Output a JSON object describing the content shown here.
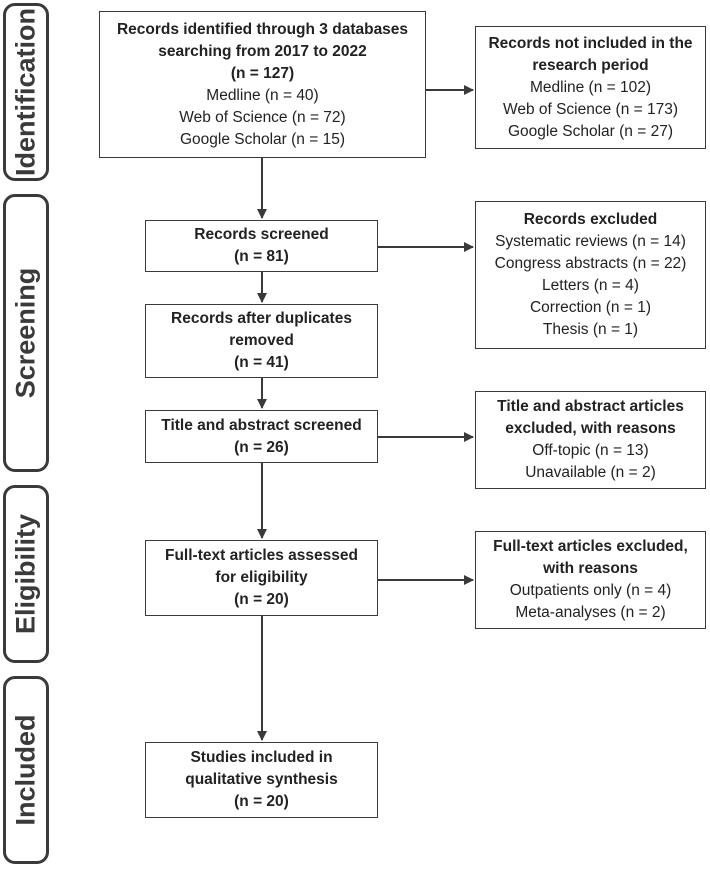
{
  "phases": {
    "identification": "Identification",
    "screening": "Screening",
    "eligibility": "Eligibility",
    "included": "Included"
  },
  "identified": {
    "line1": "Records identified through 3 databases",
    "line2": "searching from 2017 to 2022",
    "line3": "(n = 127)",
    "medline": "Medline (n = 40)",
    "wos": "Web of Science (n = 72)",
    "scholar": "Google Scholar (n = 15)"
  },
  "not_included": {
    "line1": "Records not included in the",
    "line2": "research period",
    "medline": "Medline (n = 102)",
    "wos": "Web of Science (n = 173)",
    "scholar": "Google Scholar (n = 27)"
  },
  "screened": {
    "title": "Records screened",
    "count": "(n = 81)"
  },
  "excluded": {
    "title": "Records excluded",
    "items": [
      "Systematic reviews (n = 14)",
      "Congress abstracts (n = 22)",
      "Letters (n = 4)",
      "Correction (n = 1)",
      "Thesis (n = 1)"
    ]
  },
  "deduplicated": {
    "line1": "Records after duplicates",
    "line2": "removed",
    "count": "(n = 41)"
  },
  "title_abstract": {
    "title": "Title and abstract screened",
    "count": "(n = 26)"
  },
  "title_abstract_excluded": {
    "line1": "Title and abstract articles",
    "line2": "excluded, with reasons",
    "items": [
      "Off-topic (n = 13)",
      "Unavailable (n = 2)"
    ]
  },
  "fulltext": {
    "line1": "Full-text articles assessed",
    "line2": "for eligibility",
    "count": "(n = 20)"
  },
  "fulltext_excluded": {
    "line1": "Full-text articles excluded,",
    "line2": "with reasons",
    "items": [
      "Outpatients only (n = 4)",
      "Meta-analyses (n = 2)"
    ]
  },
  "included": {
    "line1": "Studies included in",
    "line2": "qualitative synthesis",
    "count": "(n = 20)"
  },
  "colors": {
    "line": "#3a3a3a",
    "text": "#222222",
    "background": "#ffffff"
  }
}
